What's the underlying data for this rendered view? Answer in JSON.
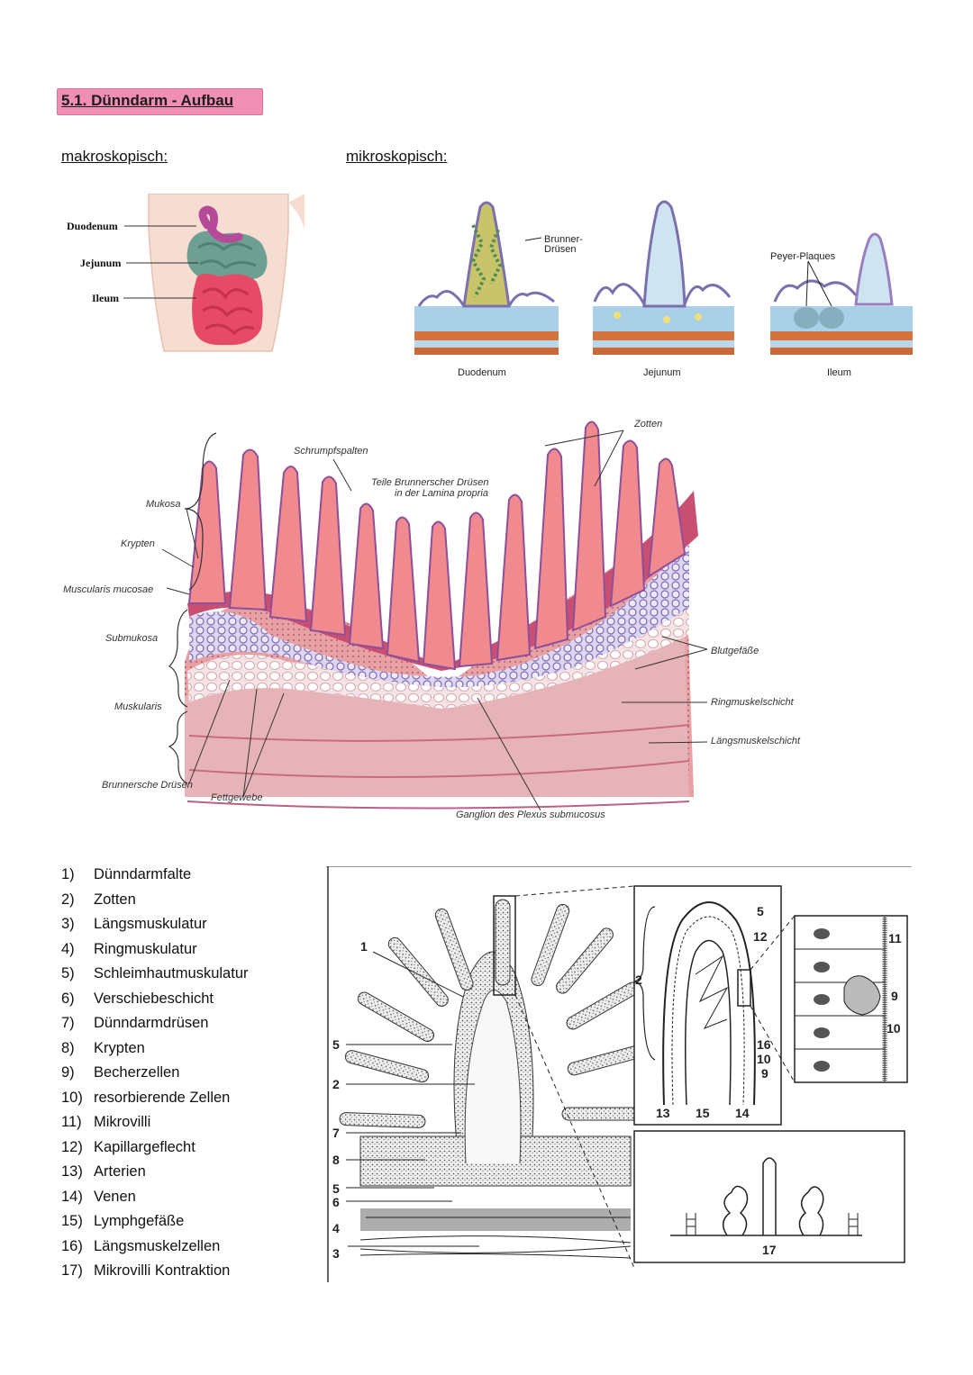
{
  "header": {
    "title": "5.1. Dünndarm - Aufbau"
  },
  "sections": {
    "macro": "makroskopisch:",
    "micro": "mikroskopisch:"
  },
  "macro_figure": {
    "labels": [
      "Duodenum",
      "Jejunum",
      "Ileum"
    ]
  },
  "micro_figures": {
    "panels": [
      "Duodenum",
      "Jejunum",
      "Ileum"
    ],
    "brunner": "Brunner-\nDrüsen",
    "peyer": "Peyer-Plaques"
  },
  "histology": {
    "labels": {
      "schrumpfspalten": "Schrumpfspalten",
      "zotten": "Zotten",
      "brunner_teile": "Teile Brunnerscher Drüsen",
      "lamina": "in der Lamina propria",
      "mukosa": "Mukosa",
      "krypten": "Krypten",
      "muscularis_mucosae": "Muscularis mucosae",
      "submukosa": "Submukosa",
      "muskularis": "Muskularis",
      "blutgefaesse": "Blutgefäße",
      "ringmuskel": "Ringmuskelschicht",
      "laengsmuskel": "Längsmuskelschicht",
      "brunnersche": "Brunnersche Drüsen",
      "fettgewebe": "Fettgewebe",
      "ganglion": "Ganglion des Plexus submucosus"
    }
  },
  "legend": [
    {
      "num": "1)",
      "text": "Dünndarmfalte"
    },
    {
      "num": "2)",
      "text": "Zotten"
    },
    {
      "num": "3)",
      "text": "Längsmuskulatur"
    },
    {
      "num": "4)",
      "text": "Ringmuskulatur"
    },
    {
      "num": "5)",
      "text": "Schleimhautmuskulatur"
    },
    {
      "num": "6)",
      "text": "Verschiebeschicht"
    },
    {
      "num": "7)",
      "text": "Dünndarmdrüsen"
    },
    {
      "num": "8)",
      "text": "Krypten"
    },
    {
      "num": "9)",
      "text": "Becherzellen"
    },
    {
      "num": "10)",
      "text": "resorbierende Zellen"
    },
    {
      "num": "11)",
      "text": "Mikrovilli"
    },
    {
      "num": "12)",
      "text": "Kapillargeflecht"
    },
    {
      "num": "13)",
      "text": "Arterien"
    },
    {
      "num": "14)",
      "text": "Venen"
    },
    {
      "num": "15)",
      "text": "Lymphgefäße"
    },
    {
      "num": "16)",
      "text": "Längsmuskelzellen"
    },
    {
      "num": "17)",
      "text": "Mikrovilli Kontraktion"
    }
  ],
  "diagram": {
    "left_numbers": [
      "1",
      "5",
      "2",
      "7",
      "8",
      "5",
      "6",
      "4",
      "3"
    ],
    "detail_numbers": [
      "5",
      "12",
      "2",
      "16",
      "10",
      "9",
      "13",
      "15",
      "14"
    ],
    "cell_numbers": [
      "11",
      "9",
      "10"
    ],
    "contraction_number": "17"
  },
  "colors": {
    "title_highlight": "#f08fb3",
    "mucosa": "#e07a86",
    "glands": "#7a5fa8",
    "submucosa": "#b8d6ec"
  }
}
